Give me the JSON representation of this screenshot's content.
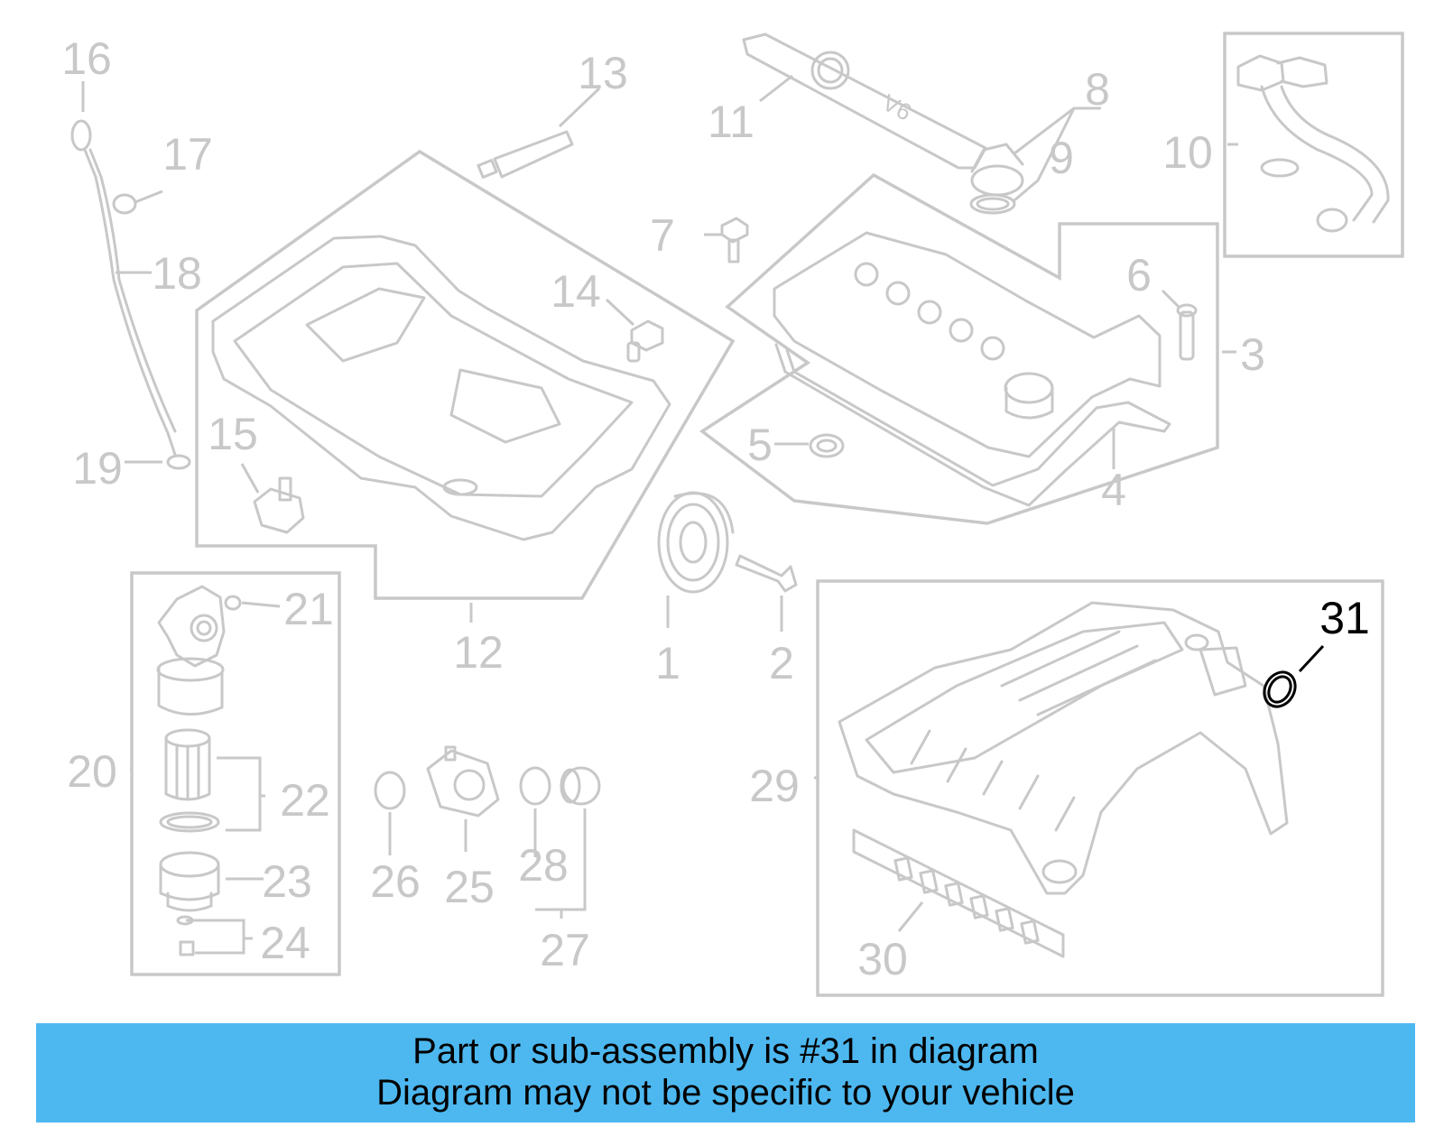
{
  "callouts": {
    "c1": "1",
    "c2": "2",
    "c3": "3",
    "c4": "4",
    "c5": "5",
    "c6": "6",
    "c7": "7",
    "c8": "8",
    "c9": "9",
    "c10": "10",
    "c11": "11",
    "c12": "12",
    "c13": "13",
    "c14": "14",
    "c15": "15",
    "c16": "16",
    "c17": "17",
    "c18": "18",
    "c19": "19",
    "c20": "20",
    "c21": "21",
    "c22": "22",
    "c23": "23",
    "c24": "24",
    "c25": "25",
    "c26": "26",
    "c27": "27",
    "c28": "28",
    "c29": "29",
    "c30": "30",
    "c31": "31"
  },
  "engraving": "V6",
  "highlighted_part": "31",
  "banner": {
    "line1": "Part or sub-assembly is #31 in diagram",
    "line2": "Diagram may not be specific to your vehicle",
    "background": "#4db8f0"
  },
  "colors": {
    "faded": "#c8c8c8",
    "highlight": "#000000"
  }
}
